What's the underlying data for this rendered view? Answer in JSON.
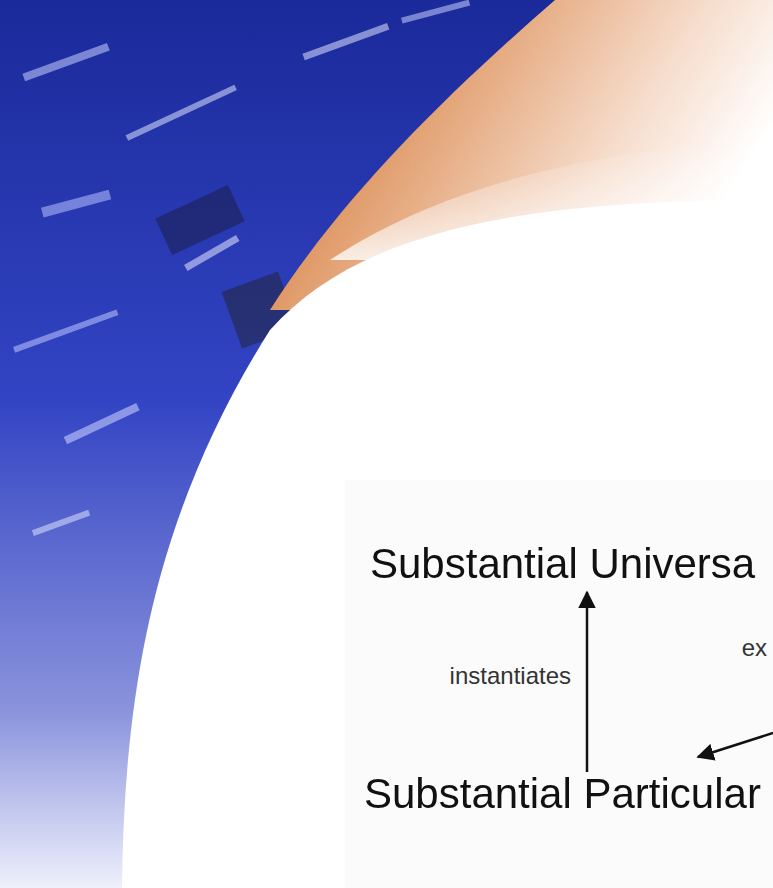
{
  "diagram": {
    "nodes": [
      {
        "text": [
          "Substantial Universa"
        ]
      },
      {
        "text": [
          "Substantial Particular"
        ]
      }
    ],
    "edges": [
      {
        "from": 1,
        "to": 0,
        "arrow": "to",
        "label": "instantiates"
      }
    ],
    "labels": [
      "ex"
    ]
  }
}
